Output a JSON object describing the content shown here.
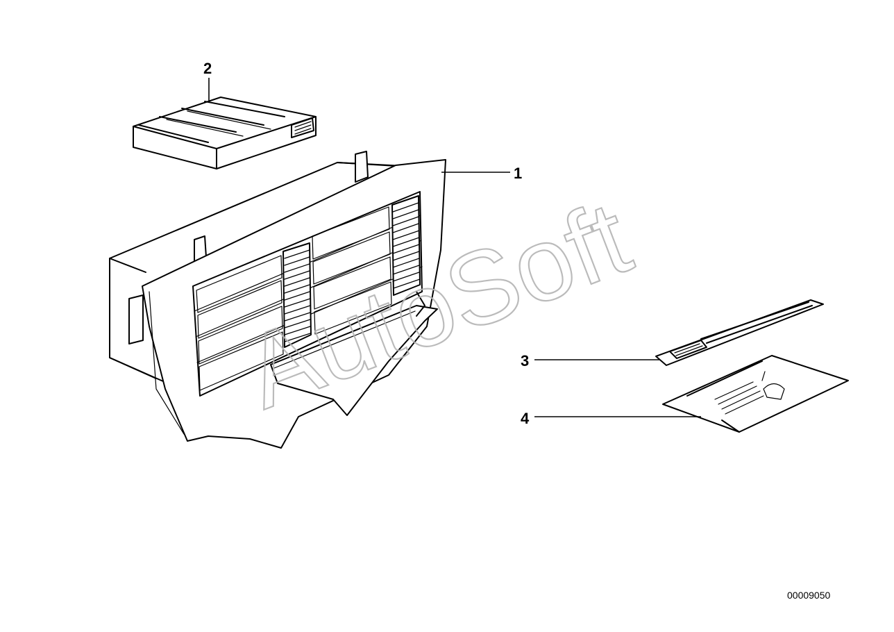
{
  "diagram": {
    "drawing_number": "00009050",
    "watermark": "AutoSoft",
    "callouts": [
      {
        "id": "1",
        "label": "1"
      },
      {
        "id": "2",
        "label": "2"
      },
      {
        "id": "3",
        "label": "3"
      },
      {
        "id": "4",
        "label": "4"
      }
    ],
    "colors": {
      "line": "#000000",
      "background": "#ffffff",
      "watermark": "#b4b4b4"
    }
  }
}
